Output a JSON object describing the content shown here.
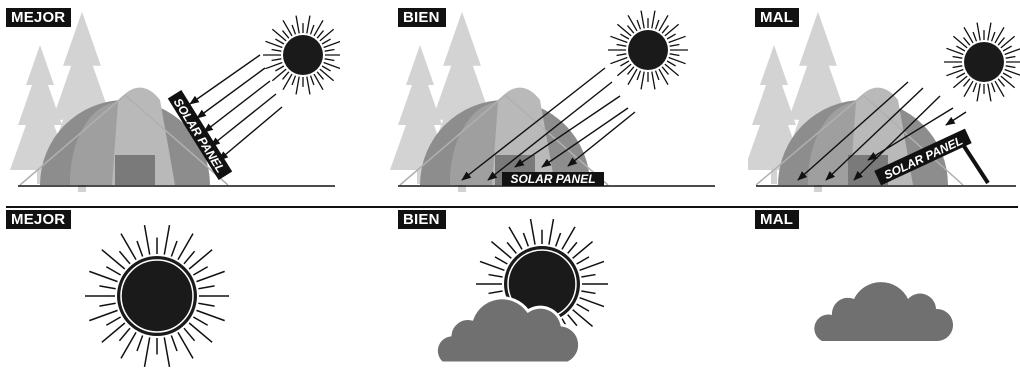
{
  "top_row": [
    {
      "badge": "MEJOR",
      "panel_label": "SOLAR PANEL"
    },
    {
      "badge": "BIEN",
      "panel_label": "SOLAR PANEL"
    },
    {
      "badge": "MAL",
      "panel_label": "SOLAR PANEL"
    }
  ],
  "bottom_row": [
    {
      "badge": "MEJOR",
      "weather": "sun-icon"
    },
    {
      "badge": "BIEN",
      "weather": "sun-behind-cloud-icon"
    },
    {
      "badge": "MAL",
      "weather": "cloud-icon"
    }
  ],
  "colors": {
    "badge_bg": "#111111",
    "sun": "#1a1a1a",
    "cloud": "#6e6e6e",
    "tent_dark": "#8a8a8a",
    "tent_light": "#b5b5b5",
    "tree": "#cfcfcf"
  }
}
